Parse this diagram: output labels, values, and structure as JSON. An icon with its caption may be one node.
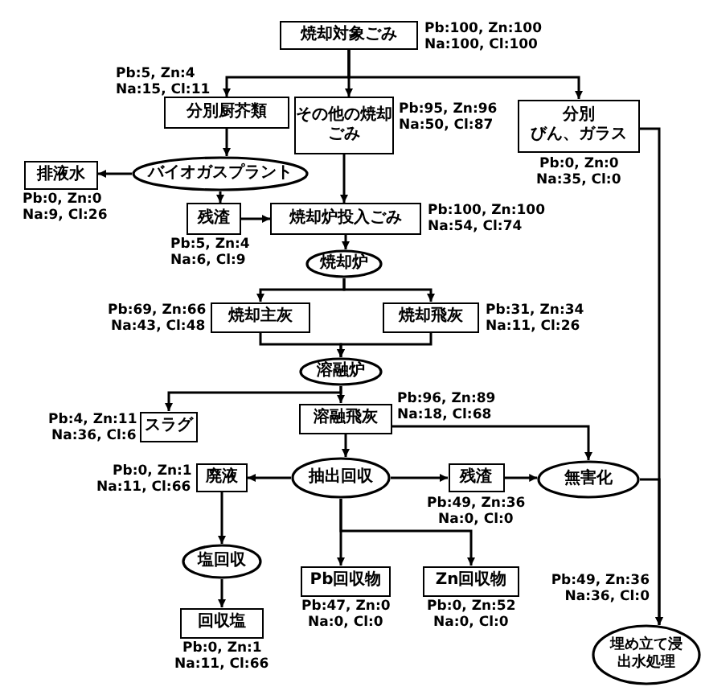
{
  "diagram": {
    "nodes": [
      {
        "text": [
          "焼却対象ごみ"
        ],
        "beside": [
          "Pb:100, Zn:100",
          "Na:100, Cl:100"
        ]
      },
      {
        "text": [
          "分別厨芥類"
        ],
        "beside": [
          "Pb:5, Zn:4",
          "Na:15, Cl:11"
        ]
      },
      {
        "text": [
          "その他の焼却ごみ"
        ],
        "beside": [
          "Pb:95, Zn:96",
          "Na:50, Cl:87"
        ]
      },
      {
        "text": [
          "分別",
          "びん、ガラス"
        ],
        "beside": [
          "Pb:0, Zn:0",
          "Na:35, Cl:0"
        ]
      },
      {
        "text": [
          "排液水"
        ],
        "beside": [
          "Pb:0, Zn:0",
          "Na:9, Cl:26"
        ]
      },
      {
        "text": [
          "バイオガスプラント"
        ]
      },
      {
        "text": [
          "残渣"
        ],
        "beside": [
          "Pb:5, Zn:4",
          "Na:6, Cl:9"
        ]
      },
      {
        "text": [
          "焼却炉投入ごみ"
        ],
        "beside": [
          "Pb:100, Zn:100",
          "Na:54, Cl:74"
        ]
      },
      {
        "text": [
          "焼却炉"
        ]
      },
      {
        "text": [
          "焼却主灰"
        ],
        "beside": [
          "Pb:69, Zn:66",
          "Na:43, Cl:48"
        ]
      },
      {
        "text": [
          "焼却飛灰"
        ],
        "beside": [
          "Pb:31, Zn:34",
          "Na:11, Cl:26"
        ]
      },
      {
        "text": [
          "溶融炉"
        ]
      },
      {
        "text": [
          "スラグ"
        ],
        "beside": [
          "Pb:4, Zn:11",
          "Na:36, Cl:6"
        ]
      },
      {
        "text": [
          "溶融飛灰"
        ],
        "beside": [
          "Pb:96, Zn:89",
          "Na:18, Cl:68"
        ]
      },
      {
        "text": [
          "廃液"
        ],
        "beside": [
          "Pb:0, Zn:1",
          "Na:11, Cl:66"
        ]
      },
      {
        "text": [
          "抽出回収"
        ]
      },
      {
        "text": [
          "残渣"
        ],
        "beside": [
          "Pb:49, Zn:36",
          "Na:0, Cl:0"
        ]
      },
      {
        "text": [
          "無害化"
        ]
      },
      {
        "text": [
          "塩回収"
        ]
      },
      {
        "text": [
          "Pb回収物"
        ],
        "beside": [
          "Pb:47, Zn:0",
          "Na:0, Cl:0"
        ]
      },
      {
        "text": [
          "Zn回収物"
        ],
        "beside": [
          "Pb:0, Zn:52",
          "Na:0, Cl:0"
        ]
      },
      {
        "text": [
          "回収塩"
        ],
        "beside": [
          "Pb:0, Zn:1",
          "Na:11, Cl:66"
        ]
      },
      {
        "text": [
          "埋め立て浸出水処理"
        ]
      }
    ],
    "edges": [
      {
        "from": 0,
        "to": 1,
        "arrow": "to"
      },
      {
        "from": 0,
        "to": 2,
        "arrow": "to"
      },
      {
        "from": 0,
        "to": 3,
        "arrow": "to"
      },
      {
        "from": 1,
        "to": 5,
        "arrow": "to"
      },
      {
        "from": 5,
        "to": 4,
        "arrow": "to"
      },
      {
        "from": 5,
        "to": 6,
        "arrow": "to"
      },
      {
        "from": 6,
        "to": 7,
        "arrow": "to"
      },
      {
        "from": 2,
        "to": 7,
        "arrow": "to"
      },
      {
        "from": 7,
        "to": 8,
        "arrow": "to"
      },
      {
        "from": 8,
        "to": 9,
        "arrow": "to"
      },
      {
        "from": 8,
        "to": 10,
        "arrow": "to"
      },
      {
        "from": 9,
        "to": 11,
        "arrow": "to"
      },
      {
        "from": 10,
        "to": 11,
        "arrow": "to"
      },
      {
        "from": 11,
        "to": 13,
        "arrow": "to"
      },
      {
        "from": 11,
        "to": 12,
        "arrow": "to"
      },
      {
        "from": 13,
        "to": 15,
        "arrow": "to"
      },
      {
        "from": 13,
        "to": 17,
        "arrow": "to"
      },
      {
        "from": 15,
        "to": 14,
        "arrow": "to"
      },
      {
        "from": 15,
        "to": 16,
        "arrow": "to"
      },
      {
        "from": 16,
        "to": 17,
        "arrow": "to"
      },
      {
        "from": 15,
        "to": 19,
        "arrow": "to"
      },
      {
        "from": 15,
        "to": 20,
        "arrow": "to"
      },
      {
        "from": 14,
        "to": 18,
        "arrow": "to"
      },
      {
        "from": 18,
        "to": 21,
        "arrow": "to"
      },
      {
        "from": 3,
        "to": 22,
        "arrow": "to",
        "label": "Pb:49, Zn:36 Na:36, Cl:0"
      },
      {
        "from": 17,
        "to": 22,
        "arrow": "to"
      }
    ]
  }
}
